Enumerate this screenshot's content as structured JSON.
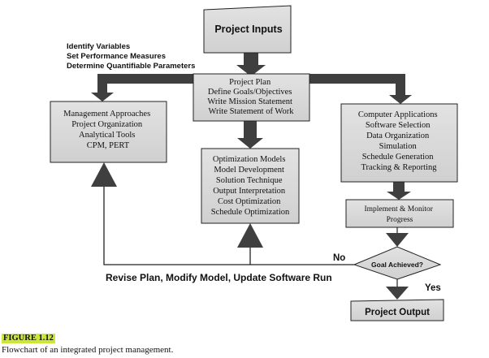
{
  "diagram": {
    "project_inputs": "Project Inputs",
    "identify_lines": [
      "Identify Variables",
      "Set Performance Measures",
      "Determine Quantifiable Parameters"
    ],
    "project_plan": [
      "Project Plan",
      "Define Goals/Objectives",
      "Write Mission Statement",
      "Write Statement of Work"
    ],
    "management": [
      "Management Approaches",
      "Project Organization",
      "Analytical Tools",
      "CPM, PERT"
    ],
    "optimization": [
      "Optimization Models",
      "Model Development",
      "Solution Technique",
      "Output Interpretation",
      "Cost Optimization",
      "Schedule Optimization"
    ],
    "computer": [
      "Computer Applications",
      "Software Selection",
      "Data Organization",
      "Simulation",
      "Schedule Generation",
      "Tracking & Reporting"
    ],
    "implement": [
      "Implement & Monitor",
      "Progress"
    ],
    "goal": "Goal Achieved?",
    "no_label": "No",
    "yes_label": "Yes",
    "revise": "Revise Plan, Modify Model, Update Software Run",
    "project_output": "Project Output"
  },
  "figure": {
    "label": "FIGURE 1.12",
    "caption": "Flowchart of an integrated project management."
  },
  "colors": {
    "box_fill": "#d9d9d9",
    "arrow_fill": "#3f3f3f",
    "line": "#222222",
    "label_highlight": "#cde63c"
  }
}
